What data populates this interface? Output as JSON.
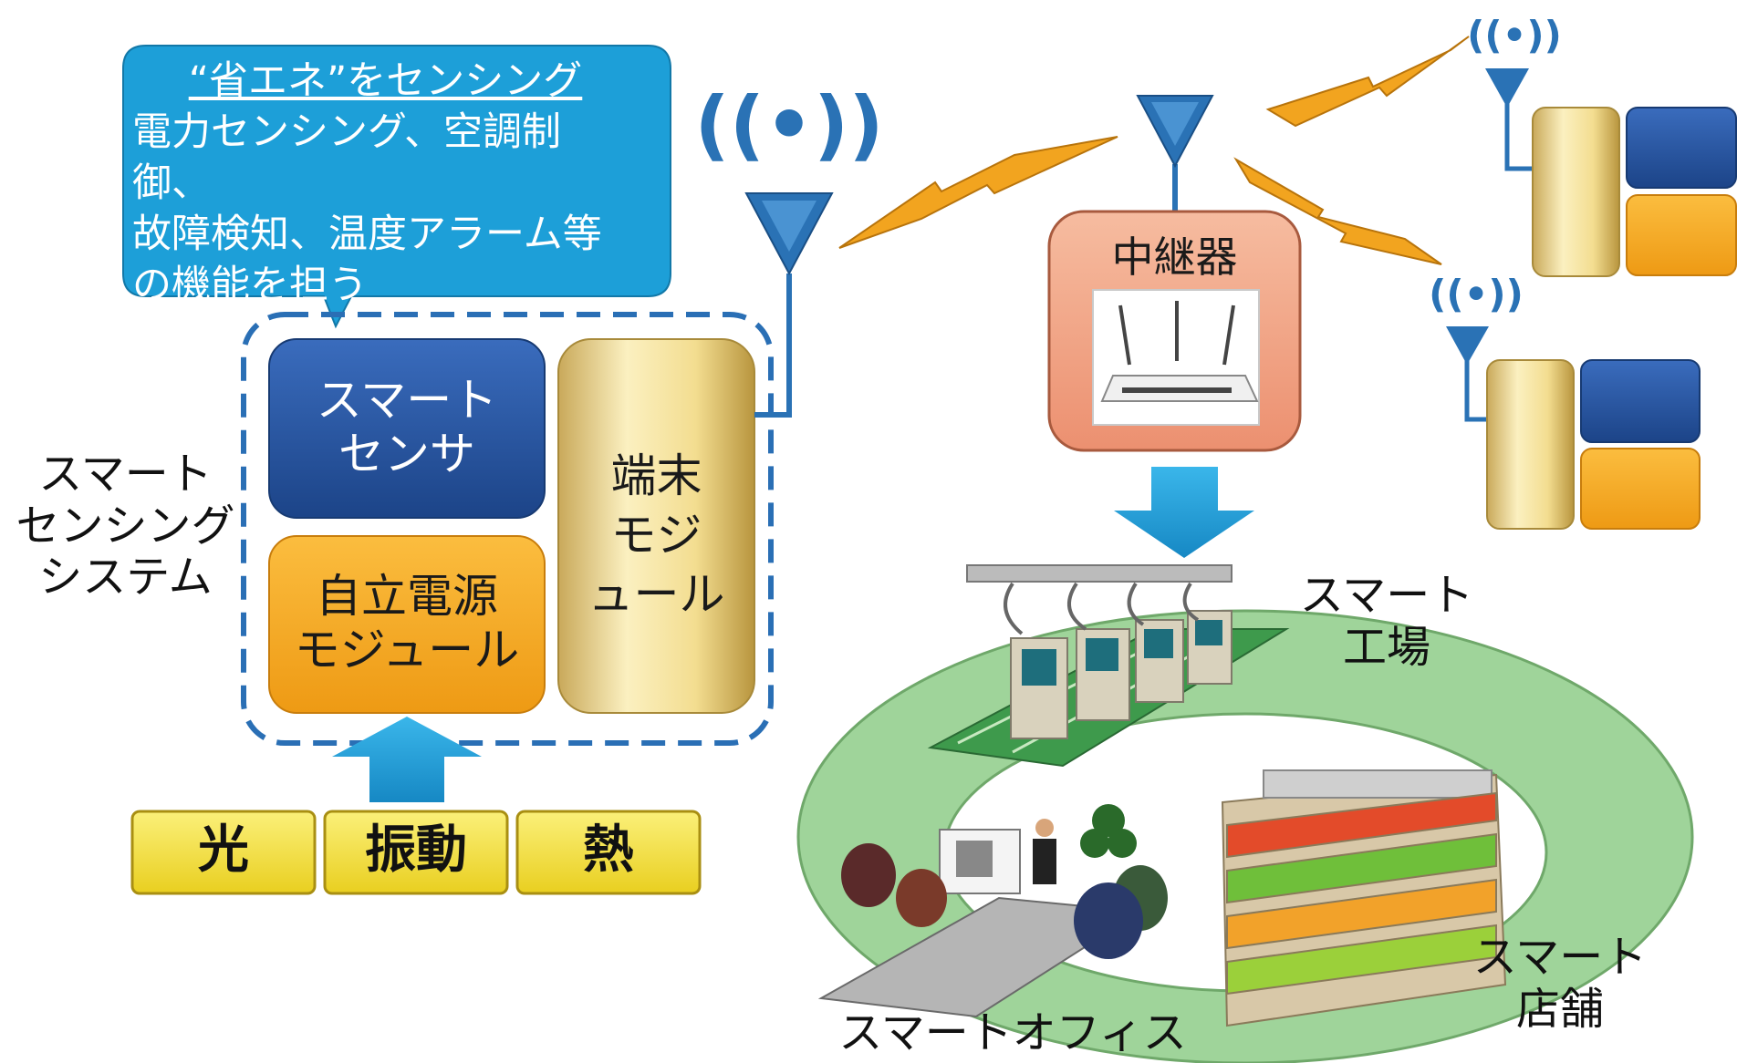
{
  "callout": {
    "heading": "“省エネ”をセンシング",
    "body": "電力センシング、空調制御、\n故障検知、温度アラーム等\nの機能を担う"
  },
  "system_label": "スマート\nセンシング\nシステム",
  "blocks": {
    "smart_sensor": "スマート\nセンサ",
    "power_module": "自立電源\nモジュール",
    "terminal_module": "端末\nモジ\nュール"
  },
  "energy_sources": [
    "光",
    "振動",
    "熱"
  ],
  "relay": "中継器",
  "destinations": {
    "factory": "スマート\n工場",
    "store": "スマート\n店舗",
    "office": "スマートオフィス"
  },
  "wireless_symbol": "((•))",
  "colors": {
    "callout_blue": "#1d9fd8",
    "sensor_navy": "#24539f",
    "power_orange": "#f7a823",
    "terminal_cream": "#f5e4a0",
    "source_yellow": "#f2e23a",
    "relay_salmon": "#f2a888",
    "antenna_blue": "#2a72b5",
    "arrow_cyan": "#1fa3dc",
    "bolt_orange": "#f2a41f",
    "ring_green": "#9fd49a",
    "dashed_border": "#2a6fb5"
  }
}
